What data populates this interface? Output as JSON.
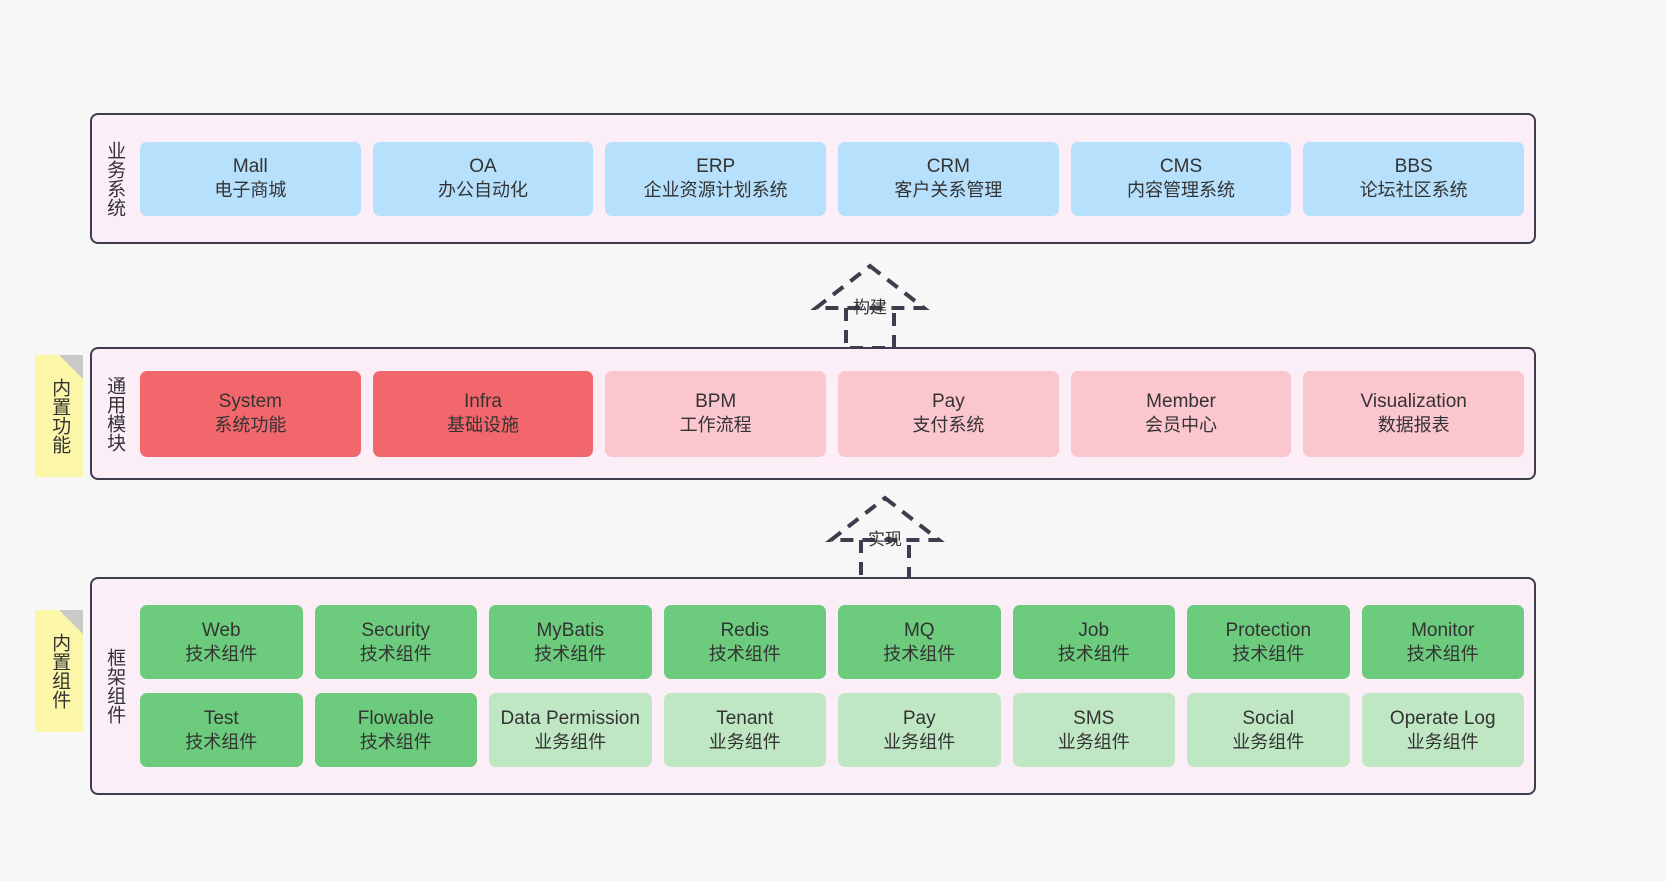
{
  "layers": [
    {
      "id": "business-system",
      "title": "业务系统",
      "cards": [
        {
          "name": "Mall",
          "desc": "电子商城",
          "color": "#b6e0fb"
        },
        {
          "name": "OA",
          "desc": "办公自动化",
          "color": "#b6e0fb"
        },
        {
          "name": "ERP",
          "desc": "企业资源计划系统",
          "color": "#b6e0fb"
        },
        {
          "name": "CRM",
          "desc": "客户关系管理",
          "color": "#b6e0fb"
        },
        {
          "name": "CMS",
          "desc": "内容管理系统",
          "color": "#b6e0fb"
        },
        {
          "name": "BBS",
          "desc": "论坛社区系统",
          "color": "#b6e0fb"
        }
      ]
    },
    {
      "id": "common-module",
      "title": "通用模块",
      "note": "内置功能",
      "cards": [
        {
          "name": "System",
          "desc": "系统功能",
          "color": "#f2676c"
        },
        {
          "name": "Infra",
          "desc": "基础设施",
          "color": "#f2676c"
        },
        {
          "name": "BPM",
          "desc": "工作流程",
          "color": "#fbc6ce"
        },
        {
          "name": "Pay",
          "desc": "支付系统",
          "color": "#fbc6ce"
        },
        {
          "name": "Member",
          "desc": "会员中心",
          "color": "#fbc6ce"
        },
        {
          "name": "Visualization",
          "desc": "数据报表",
          "color": "#fbc6ce"
        }
      ]
    },
    {
      "id": "framework-component",
      "title": "框架组件",
      "note": "内置组件",
      "rows": [
        [
          {
            "name": "Web",
            "desc": "技术组件",
            "color": "#6ccb7d"
          },
          {
            "name": "Security",
            "desc": "技术组件",
            "color": "#6ccb7d"
          },
          {
            "name": "MyBatis",
            "desc": "技术组件",
            "color": "#6ccb7d"
          },
          {
            "name": "Redis",
            "desc": "技术组件",
            "color": "#6ccb7d"
          },
          {
            "name": "MQ",
            "desc": "技术组件",
            "color": "#6ccb7d"
          },
          {
            "name": "Job",
            "desc": "技术组件",
            "color": "#6ccb7d"
          },
          {
            "name": "Protection",
            "desc": "技术组件",
            "color": "#6ccb7d"
          },
          {
            "name": "Monitor",
            "desc": "技术组件",
            "color": "#6ccb7d"
          }
        ],
        [
          {
            "name": "Test",
            "desc": "技术组件",
            "color": "#6ccb7d"
          },
          {
            "name": "Flowable",
            "desc": "技术组件",
            "color": "#6ccb7d"
          },
          {
            "name": "Data Permission",
            "desc": "业务组件",
            "color": "#bfe7c4"
          },
          {
            "name": "Tenant",
            "desc": "业务组件",
            "color": "#bfe7c4"
          },
          {
            "name": "Pay",
            "desc": "业务组件",
            "color": "#bfe7c4"
          },
          {
            "name": "SMS",
            "desc": "业务组件",
            "color": "#bfe7c4"
          },
          {
            "name": "Social",
            "desc": "业务组件",
            "color": "#bfe7c4"
          },
          {
            "name": "Operate Log",
            "desc": "业务组件",
            "color": "#bfe7c4"
          }
        ]
      ]
    }
  ],
  "connectors": [
    {
      "id": "build",
      "label": "构建"
    },
    {
      "id": "implement",
      "label": "实现"
    }
  ],
  "colors": {
    "layer_background": "#fbeef7",
    "layer_border": "#3d3d4e",
    "note_background": "#fbf6a8",
    "note_fold": "#c9c9c9",
    "page_background": "#f7f7f7",
    "text": "#333333"
  }
}
